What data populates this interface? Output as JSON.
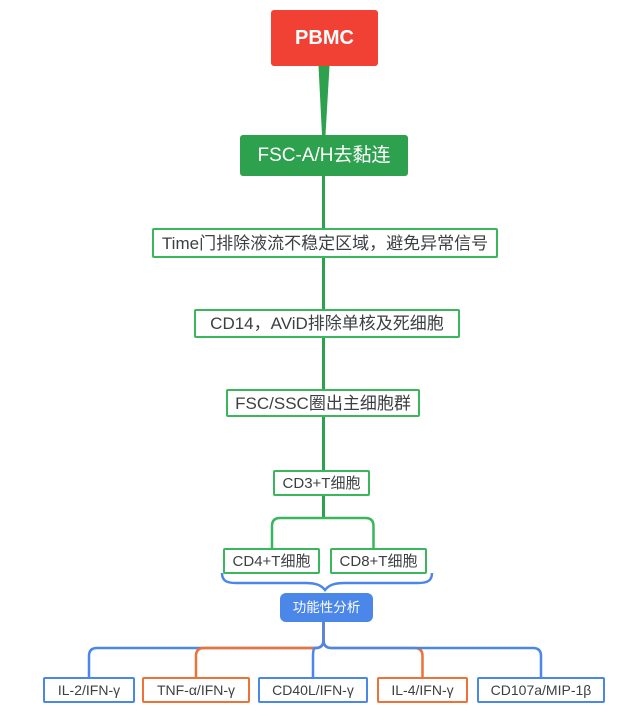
{
  "colors": {
    "red": "#f04134",
    "green": "#2ea14f",
    "green2": "#3ab65c",
    "blue": "#4a87e8",
    "orange": "#ee7135",
    "text": "#3c4043",
    "background": "#ffffff"
  },
  "nodes": {
    "pbmc": {
      "label": "PBMC"
    },
    "fsc_ah": {
      "label": "FSC-A/H去黏连"
    },
    "time_gate": {
      "label": "Time门排除液流不稳定区域，避免异常信号"
    },
    "cd14_avid": {
      "label": "CD14，AViD排除单核及死细胞"
    },
    "fsc_ssc": {
      "label": "FSC/SSC圈出主细胞群"
    },
    "cd3": {
      "label": "CD3+T细胞"
    },
    "cd4": {
      "label": "CD4+T细胞"
    },
    "cd8": {
      "label": "CD8+T细胞"
    },
    "functional": {
      "label": "功能性分析"
    },
    "il2": {
      "label": "IL-2/IFN-γ"
    },
    "tnf": {
      "label": "TNF-α/IFN-γ"
    },
    "cd40l": {
      "label": "CD40L/IFN-γ"
    },
    "il4": {
      "label": "IL-4/IFN-γ"
    },
    "cd107a": {
      "label": "CD107a/MIP-1β"
    }
  }
}
